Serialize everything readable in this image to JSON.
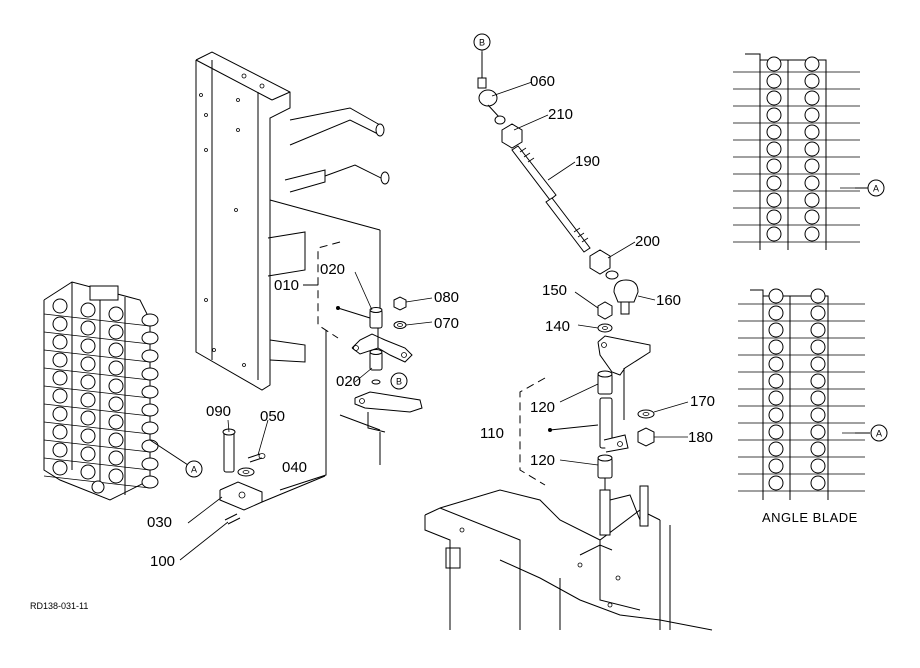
{
  "labels": {
    "p060": "060",
    "p210": "210",
    "p190": "190",
    "p200": "200",
    "p150": "150",
    "p160": "160",
    "p140": "140",
    "p110": "110",
    "p120a": "120",
    "p120b": "120",
    "p170": "170",
    "p180": "180",
    "p020a": "020",
    "p020b": "020",
    "p010": "010",
    "p080": "080",
    "p070": "070",
    "p090": "090",
    "p050": "050",
    "p040": "040",
    "p030": "030",
    "p100": "100"
  },
  "markers": {
    "B_top": "B",
    "B_mid": "B",
    "A_left": "A",
    "A_right_top": "A",
    "A_right_bottom": "A"
  },
  "caption": "ANGLE BLADE",
  "drawing_code": "RD138-031-11"
}
